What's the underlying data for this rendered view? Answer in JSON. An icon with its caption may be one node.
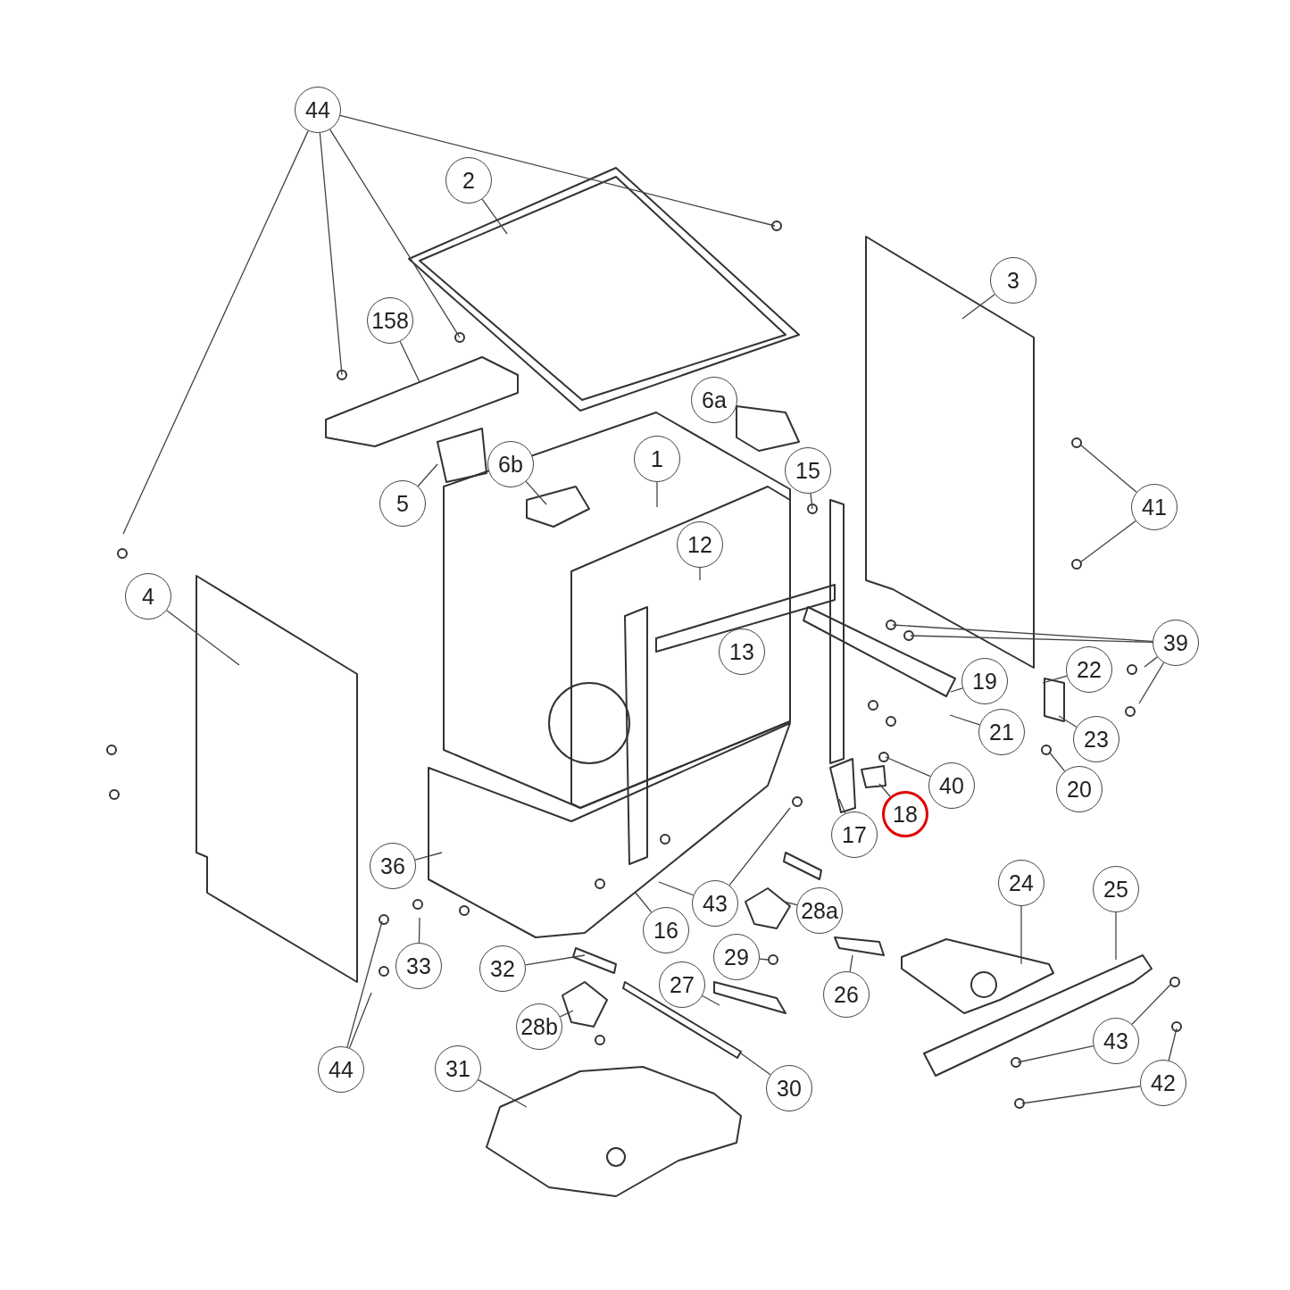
{
  "diagram": {
    "nodes": [
      {
        "text": [
          "44"
        ]
      },
      {
        "text": [
          "2"
        ]
      },
      {
        "text": [
          "3"
        ]
      },
      {
        "text": [
          "158"
        ]
      },
      {
        "text": [
          "6a"
        ]
      },
      {
        "text": [
          "1"
        ]
      },
      {
        "text": [
          "6b"
        ]
      },
      {
        "text": [
          "15"
        ]
      },
      {
        "text": [
          "5"
        ]
      },
      {
        "text": [
          "41"
        ]
      },
      {
        "text": [
          "12"
        ]
      },
      {
        "text": [
          "4"
        ]
      },
      {
        "text": [
          "39"
        ]
      },
      {
        "text": [
          "13"
        ]
      },
      {
        "text": [
          "22"
        ]
      },
      {
        "text": [
          "19"
        ]
      },
      {
        "text": [
          "21"
        ]
      },
      {
        "text": [
          "23"
        ]
      },
      {
        "text": [
          "40"
        ]
      },
      {
        "text": [
          "20"
        ]
      },
      {
        "text": [
          "18"
        ]
      },
      {
        "text": [
          "17"
        ]
      },
      {
        "text": [
          "36"
        ]
      },
      {
        "text": [
          "24"
        ]
      },
      {
        "text": [
          "25"
        ]
      },
      {
        "text": [
          "43"
        ]
      },
      {
        "text": [
          "28a"
        ]
      },
      {
        "text": [
          "16"
        ]
      },
      {
        "text": [
          "29"
        ]
      },
      {
        "text": [
          "33"
        ]
      },
      {
        "text": [
          "32"
        ]
      },
      {
        "text": [
          "27"
        ]
      },
      {
        "text": [
          "26"
        ]
      },
      {
        "text": [
          "28b"
        ]
      },
      {
        "text": [
          "43"
        ]
      },
      {
        "text": [
          "44"
        ]
      },
      {
        "text": [
          "31"
        ]
      },
      {
        "text": [
          "42"
        ]
      },
      {
        "text": [
          "30"
        ]
      }
    ],
    "edges": [
      {
        "from": 0,
        "to": null,
        "arrow": "none"
      },
      {
        "from": 0,
        "to": null,
        "arrow": "none"
      },
      {
        "from": 0,
        "to": null,
        "arrow": "none"
      },
      {
        "from": 0,
        "to": null,
        "arrow": "none"
      },
      {
        "from": 1,
        "to": null,
        "arrow": "none"
      },
      {
        "from": 2,
        "to": null,
        "arrow": "none"
      },
      {
        "from": 3,
        "to": null,
        "arrow": "none"
      },
      {
        "from": 5,
        "to": null,
        "arrow": "none"
      },
      {
        "from": 6,
        "to": null,
        "arrow": "none"
      },
      {
        "from": 7,
        "to": null,
        "arrow": "none"
      },
      {
        "from": 8,
        "to": null,
        "arrow": "none"
      },
      {
        "from": 9,
        "to": null,
        "arrow": "none"
      },
      {
        "from": 9,
        "to": null,
        "arrow": "none"
      },
      {
        "from": 10,
        "to": null,
        "arrow": "none"
      },
      {
        "from": 11,
        "to": null,
        "arrow": "none"
      },
      {
        "from": 12,
        "to": null,
        "arrow": "none"
      },
      {
        "from": 12,
        "to": null,
        "arrow": "none"
      },
      {
        "from": 12,
        "to": null,
        "arrow": "none"
      },
      {
        "from": 12,
        "to": null,
        "arrow": "none"
      },
      {
        "from": 14,
        "to": null,
        "arrow": "none"
      },
      {
        "from": 15,
        "to": null,
        "arrow": "none"
      },
      {
        "from": 16,
        "to": null,
        "arrow": "none"
      },
      {
        "from": 17,
        "to": null,
        "arrow": "none"
      },
      {
        "from": 18,
        "to": null,
        "arrow": "none"
      },
      {
        "from": 19,
        "to": null,
        "arrow": "none"
      },
      {
        "from": 20,
        "to": null,
        "arrow": "none"
      },
      {
        "from": 21,
        "to": null,
        "arrow": "none"
      },
      {
        "from": 22,
        "to": null,
        "arrow": "none"
      },
      {
        "from": 23,
        "to": null,
        "arrow": "none"
      },
      {
        "from": 24,
        "to": null,
        "arrow": "none"
      },
      {
        "from": 25,
        "to": null,
        "arrow": "none"
      },
      {
        "from": 25,
        "to": null,
        "arrow": "none"
      },
      {
        "from": 26,
        "to": null,
        "arrow": "none"
      },
      {
        "from": 27,
        "to": null,
        "arrow": "none"
      },
      {
        "from": 28,
        "to": null,
        "arrow": "none"
      },
      {
        "from": 29,
        "to": null,
        "arrow": "none"
      },
      {
        "from": 30,
        "to": null,
        "arrow": "none"
      },
      {
        "from": 31,
        "to": null,
        "arrow": "none"
      },
      {
        "from": 32,
        "to": null,
        "arrow": "none"
      },
      {
        "from": 33,
        "to": null,
        "arrow": "none"
      },
      {
        "from": 34,
        "to": null,
        "arrow": "none"
      },
      {
        "from": 34,
        "to": null,
        "arrow": "none"
      },
      {
        "from": 35,
        "to": null,
        "arrow": "none"
      },
      {
        "from": 35,
        "to": null,
        "arrow": "none"
      },
      {
        "from": 36,
        "to": null,
        "arrow": "none"
      },
      {
        "from": 37,
        "to": null,
        "arrow": "none"
      },
      {
        "from": 37,
        "to": null,
        "arrow": "none"
      },
      {
        "from": 38,
        "to": null,
        "arrow": "none"
      }
    ]
  }
}
